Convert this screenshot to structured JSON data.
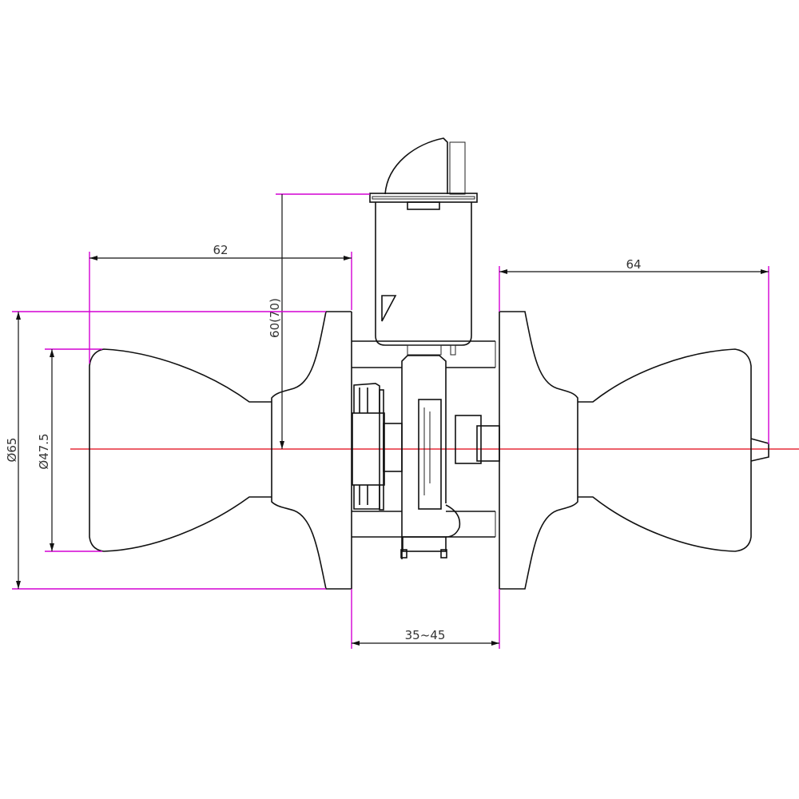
{
  "dimensions": {
    "left_knob_length": "62",
    "right_knob_length": "64",
    "backset": "60(70)",
    "rose_diameter": "Ø65",
    "knob_diameter": "Ø47.5",
    "door_thickness": "35~45"
  },
  "colors": {
    "outline": "#111111",
    "extension_lines": "#d400d4",
    "center_line": "#e00010"
  }
}
